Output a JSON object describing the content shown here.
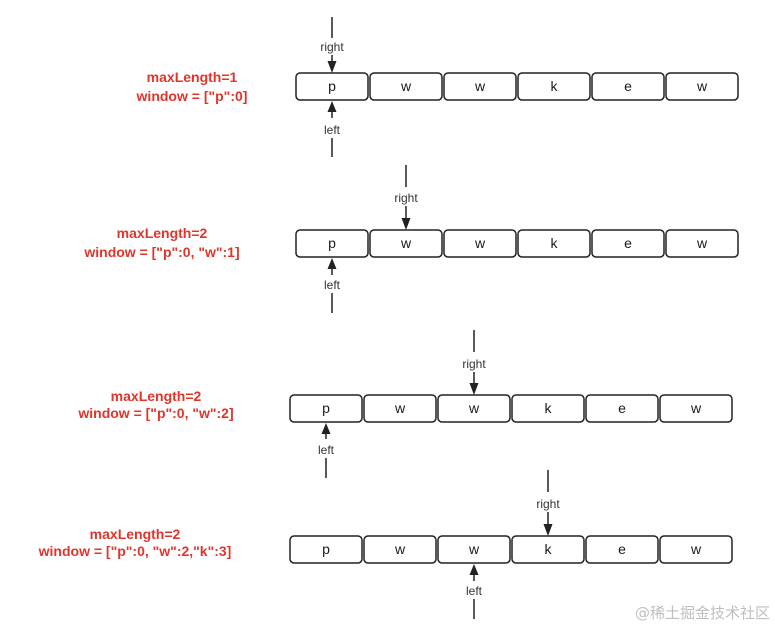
{
  "diagram": {
    "steps": [
      {
        "max_length": "maxLength=1",
        "window": "window = [\"p\":0]",
        "cells": [
          "p",
          "w",
          "w",
          "k",
          "e",
          "w"
        ],
        "right_label": "right",
        "right_index": 0,
        "left_label": "left",
        "left_index": 0
      },
      {
        "max_length": "maxLength=2",
        "window": "window = [\"p\":0, \"w\":1]",
        "cells": [
          "p",
          "w",
          "w",
          "k",
          "e",
          "w"
        ],
        "right_label": "right",
        "right_index": 1,
        "left_label": "left",
        "left_index": 0
      },
      {
        "max_length": "maxLength=2",
        "window": "window = [\"p\":0, \"w\":2]",
        "cells": [
          "p",
          "w",
          "w",
          "k",
          "e",
          "w"
        ],
        "right_label": "right",
        "right_index": 2,
        "left_label": "left",
        "left_index": 0
      },
      {
        "max_length": "maxLength=2",
        "window": "window = [\"p\":0, \"w\":2,\"k\":3]",
        "cells": [
          "p",
          "w",
          "w",
          "k",
          "e",
          "w"
        ],
        "right_label": "right",
        "right_index": 3,
        "left_label": "left",
        "left_index": 2
      }
    ]
  },
  "watermark": "@稀土掘金技术社区",
  "colors": {
    "annotation": "#e0352b",
    "outline": "#222222",
    "watermark": "#bfbfbf"
  }
}
